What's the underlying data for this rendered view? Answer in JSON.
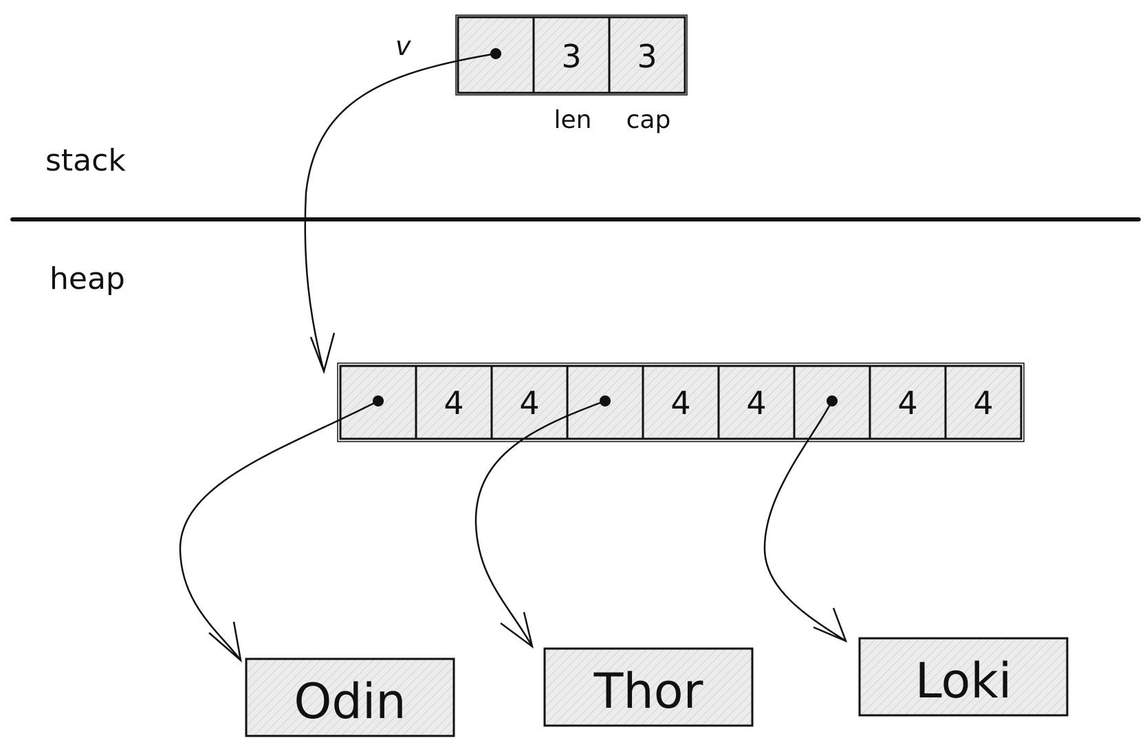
{
  "stack_region": {
    "label": "stack"
  },
  "heap_region": {
    "label": "heap"
  },
  "vector": {
    "name": "v",
    "cells": [
      "",
      "3",
      "3"
    ],
    "field_labels": {
      "len": "len",
      "cap": "cap"
    }
  },
  "heap_array": {
    "cells": [
      "",
      "4",
      "4",
      "",
      "4",
      "4",
      "",
      "4",
      "4"
    ]
  },
  "strings": [
    "Odin",
    "Thor",
    "Loki"
  ],
  "colors": {
    "ink": "#111111",
    "fill": "#e6e6e6",
    "hatch": "#c4c4c4"
  }
}
